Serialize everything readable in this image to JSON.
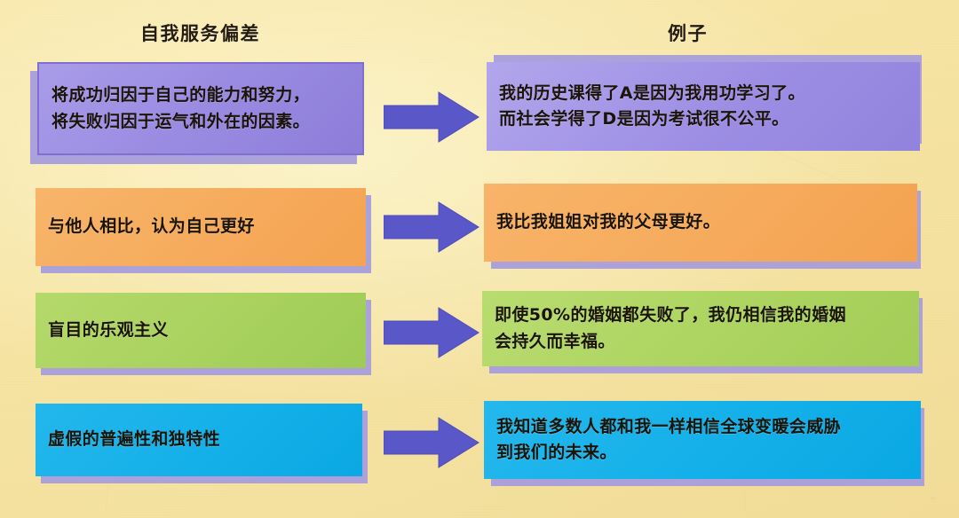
{
  "headers": {
    "left": "自我服务偏差",
    "right": "例子"
  },
  "colors": {
    "page_background": "#f6e4a3",
    "row1_box": "#9a8be2",
    "row2_box": "#f6ac5d",
    "row3_box": "#a9d25f",
    "row4_box": "#14b0e9",
    "shadow_plate": "#a59bdd",
    "arrow": "#5a57c8",
    "text": "#1b1409"
  },
  "rows": [
    {
      "index": 1,
      "bias": "将成功归因于自己的能力和努力，\n将失败归因于运气和外在的因素。",
      "example": "我的历史课得了A是因为我用功学习了。\n而社会学得了D是因为考试很不公平。",
      "color": "#9a8be2",
      "arrow": "right-arrow"
    },
    {
      "index": 2,
      "bias": "与他人相比，认为自己更好",
      "example": "我比我姐姐对我的父母更好。",
      "color": "#f6ac5d",
      "arrow": "right-arrow"
    },
    {
      "index": 3,
      "bias": "盲目的乐观主义",
      "example": "即使50%的婚姻都失败了，我仍相信我的婚姻\n会持久而幸福。",
      "color": "#a9d25f",
      "arrow": "right-arrow"
    },
    {
      "index": 4,
      "bias": "虚假的普遍性和独特性",
      "example": "我知道多数人都和我一样相信全球变暖会威胁\n到我们的未来。",
      "color": "#14b0e9",
      "arrow": "right-arrow"
    }
  ]
}
